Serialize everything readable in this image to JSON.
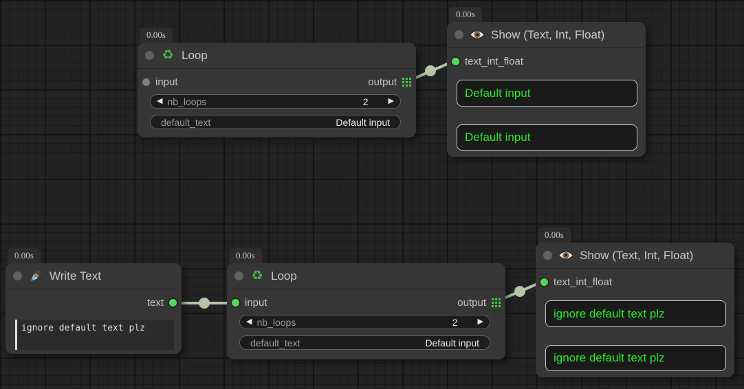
{
  "colors": {
    "canvas_bg": "#232323",
    "node_bg": "#363636",
    "wire": "#b6c5aa",
    "connected_port": "#55d955",
    "unconnected_port": "#7d7d8c",
    "output_grid_icon": "#3fcf3f",
    "green_value_text": "#2be82b"
  },
  "icons": {
    "left_arrow": "◀",
    "right_arrow": "▶",
    "recycle": "♻"
  },
  "nodes": {
    "loop_top": {
      "badge": "0.00s",
      "title": "Loop",
      "input_label": "input",
      "output_label": "output",
      "nb_loops_label": "nb_loops",
      "nb_loops_value": "2",
      "default_text_label": "default_text",
      "default_text_value": "Default input"
    },
    "show_top": {
      "badge": "0.00s",
      "title": "Show (Text, Int, Float)",
      "input_label": "text_int_float",
      "box1": "Default input",
      "box2": "Default input"
    },
    "write_text": {
      "badge": "0.00s",
      "title": "Write Text",
      "output_label": "text",
      "text_value": "ignore default text plz"
    },
    "loop_bottom": {
      "badge": "0.00s",
      "title": "Loop",
      "input_label": "input",
      "output_label": "output",
      "nb_loops_label": "nb_loops",
      "nb_loops_value": "2",
      "default_text_label": "default_text",
      "default_text_value": "Default input"
    },
    "show_bottom": {
      "badge": "0.00s",
      "title": "Show (Text, Int, Float)",
      "input_label": "text_int_float",
      "box1": "ignore default text plz",
      "box2": "ignore default text plz"
    }
  },
  "links": [
    {
      "from": "loop_top.output",
      "to": "show_top.text_int_float"
    },
    {
      "from": "write_text.text",
      "to": "loop_bottom.input"
    },
    {
      "from": "loop_bottom.output",
      "to": "show_bottom.text_int_float"
    }
  ]
}
